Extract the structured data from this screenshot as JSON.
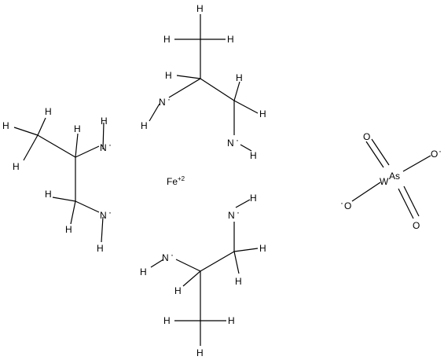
{
  "molecule": {
    "atom_labels": {
      "H": "H",
      "N": "N",
      "O": "O",
      "W": "W",
      "As": "As",
      "Fe": "Fe",
      "charge_fe": "+2",
      "radical": "·"
    }
  }
}
